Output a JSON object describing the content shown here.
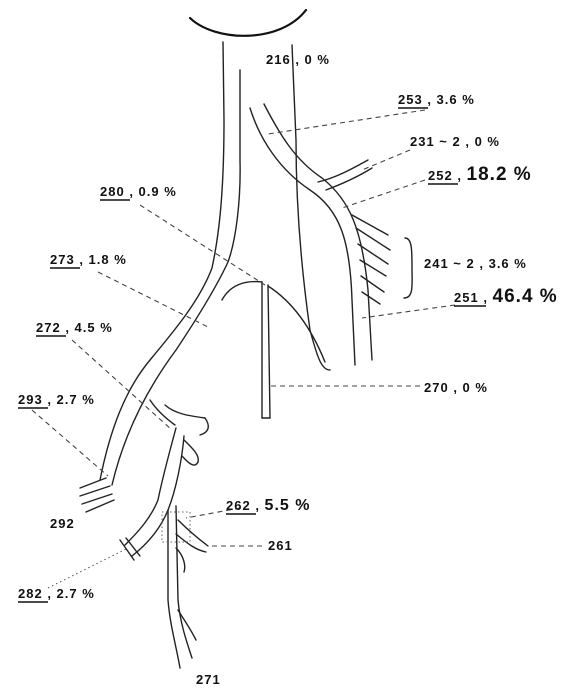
{
  "labels": {
    "l216": {
      "code": "216",
      "pct": "0 %"
    },
    "l253": {
      "code": "253",
      "pct": "3.6 %"
    },
    "l231": {
      "code": "231 ~ 2",
      "pct": "0 %"
    },
    "l252": {
      "code": "252",
      "pct": "18.2 %"
    },
    "l280": {
      "code": "280",
      "pct": "0.9 %"
    },
    "l273": {
      "code": "273",
      "pct": "1.8 %"
    },
    "l241": {
      "code": "241 ~ 2",
      "pct": "3.6 %"
    },
    "l251": {
      "code": "251",
      "pct": "46.4 %"
    },
    "l272": {
      "code": "272",
      "pct": "4.5 %"
    },
    "l270": {
      "code": "270",
      "pct": "0 %"
    },
    "l293": {
      "code": "293",
      "pct": "2.7 %"
    },
    "l292": {
      "code": "292"
    },
    "l262": {
      "code": "262",
      "pct": "5.5 %"
    },
    "l261": {
      "code": "261"
    },
    "l282": {
      "code": "282",
      "pct": "2.7 %"
    },
    "l271": {
      "code": "271"
    }
  }
}
